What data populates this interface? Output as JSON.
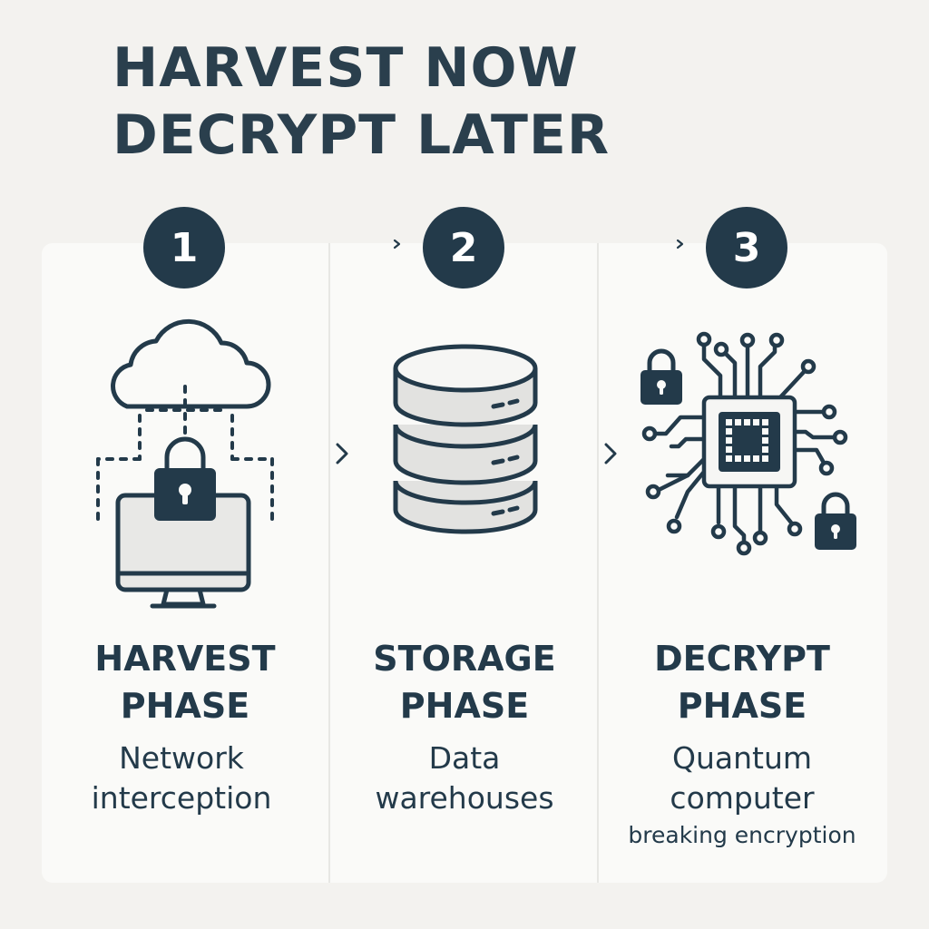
{
  "title": {
    "line1": "HARVEST NOW",
    "line2": "DECRYPT LATER"
  },
  "colors": {
    "dark": "#233a4a",
    "background": "#f3f2ef",
    "panel": "#fafaf8",
    "icon_fill": "#e8e8e6"
  },
  "phases": [
    {
      "number": "1",
      "title_line1": "HARVEST",
      "title_line2": "PHASE",
      "desc_line1": "Network",
      "desc_line2": "interception",
      "icon": "cloud-computer-lock-icon"
    },
    {
      "number": "2",
      "title_line1": "STORAGE",
      "title_line2": "PHASE",
      "desc_line1": "Data",
      "desc_line2": "warehouses",
      "icon": "database-icon"
    },
    {
      "number": "3",
      "title_line1": "DECRYPT",
      "title_line2": "PHASE",
      "desc_line1": "Quantum",
      "desc_line2": "computer",
      "desc_line3": "breaking encryption",
      "icon": "quantum-chip-icon"
    }
  ]
}
